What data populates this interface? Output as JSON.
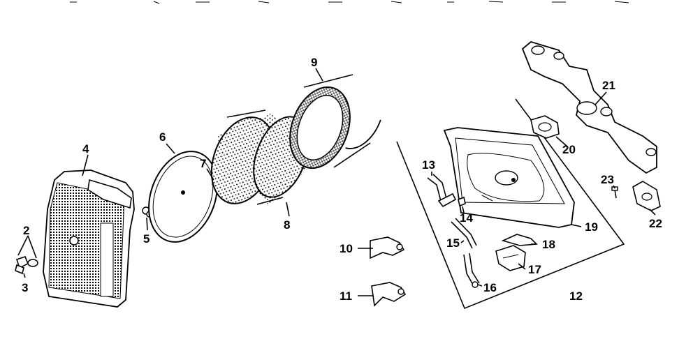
{
  "diagram": {
    "callouts": [
      "2",
      "3",
      "4",
      "5",
      "6",
      "7",
      "8",
      "9",
      "10",
      "11",
      "12",
      "13",
      "14",
      "15",
      "16",
      "17",
      "18",
      "19",
      "20",
      "21",
      "22",
      "23"
    ]
  }
}
